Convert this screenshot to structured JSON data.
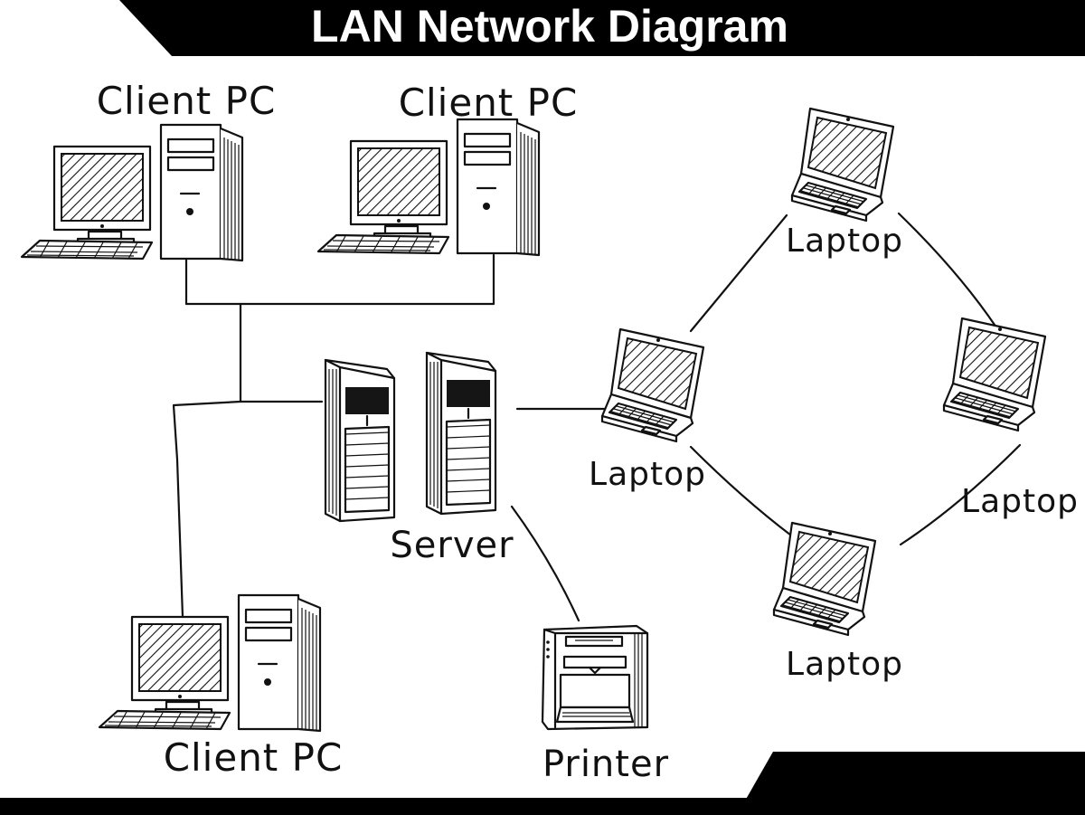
{
  "title": "LAN Network Diagram",
  "nodes": {
    "client_pc_1": "Client PC",
    "client_pc_2": "Client PC",
    "client_pc_3": "Client PC",
    "server": "Server",
    "printer": "Printer",
    "laptop_left": "Laptop",
    "laptop_top": "Laptop",
    "laptop_right": "Laptop",
    "laptop_bottom": "Laptop"
  },
  "colors": {
    "ink": "#111111",
    "banner": "#000000",
    "background": "#ffffff"
  },
  "icons": [
    "desktop-computer-icon",
    "server-icon",
    "laptop-icon",
    "printer-icon"
  ]
}
